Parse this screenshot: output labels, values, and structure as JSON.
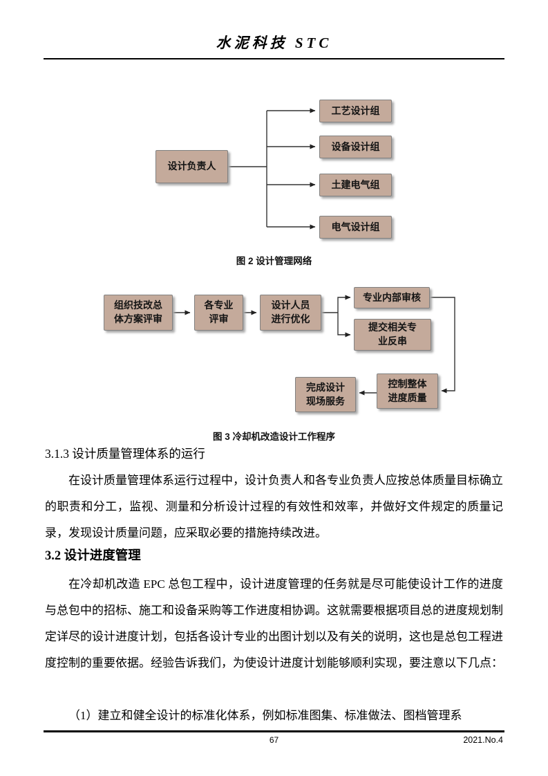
{
  "header": {
    "title": "水泥科技 STC"
  },
  "figure2": {
    "caption": "图 2 设计管理网络",
    "root": "设计负责人",
    "children": [
      "工艺设计组",
      "设备设计组",
      "土建电气组",
      "电气设计组"
    ]
  },
  "figure3": {
    "caption": "图 3 冷却机改造设计工作程序",
    "nodes": [
      "组织技改总\n体方案评审",
      "各专业\n评审",
      "设计人员\n进行优化",
      "专业内部审核",
      "提交相关专\n业反串",
      "控制整体\n进度质量",
      "完成设计\n现场服务"
    ]
  },
  "body": {
    "s313_title": "3.1.3 设计质量管理体系的运行",
    "s313_para": "在设计质量管理体系运行过程中，设计负责人和各专业负责人应按总体质量目标确立的职责和分工，监视、测量和分析设计过程的有效性和效率，并做好文件规定的质量记录，发现设计质量问题，应采取必要的措施持续改进。",
    "s32_title": "3.2 设计进度管理",
    "s32_para": "在冷却机改造 EPC 总包工程中，设计进度管理的任务就是尽可能使设计工作的进度与总包中的招标、施工和设备采购等工作进度相协调。这就需要根据项目总的进度规划制定详尽的设计进度计划，包括各设计专业的出图计划以及有关的说明，这也是总包工程进度控制的重要依据。经验告诉我们，为使设计进度计划能够顺利实现，要注意以下几点：",
    "s32_item1": "（1）建立和健全设计的标准化体系，例如标准图集、标准做法、图档管理系"
  },
  "footer": {
    "page_number": "67",
    "issue": "2021.No.4"
  },
  "colors": {
    "node_fill": "#c4aa9b",
    "node_border": "#808080",
    "rule_color": "#000000"
  }
}
